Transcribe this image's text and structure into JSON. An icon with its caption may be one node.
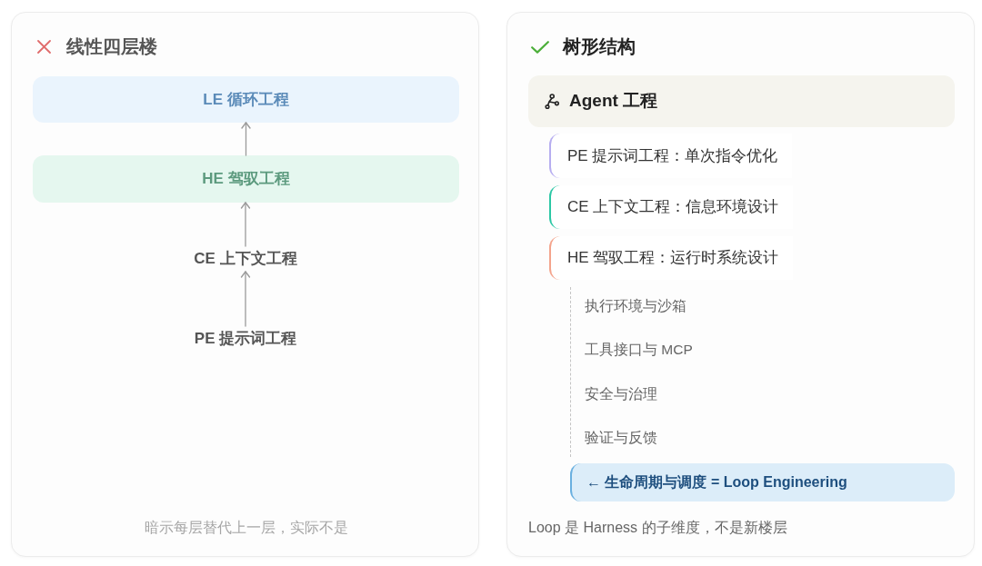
{
  "diagram": {
    "nodes": [
      {
        "text": [
          "线性四层楼",
          "暗示每层替代上一层，实际不是"
        ]
      },
      {
        "text": [
          "LE 循环工程"
        ],
        "in": 0
      },
      {
        "text": [
          "HE 驾驭工程"
        ],
        "in": 0
      },
      {
        "text": [
          "CE 上下文工程"
        ],
        "in": 0
      },
      {
        "text": [
          "PE 提示词工程"
        ],
        "in": 0
      },
      {
        "text": [
          "树形结构",
          "Loop 是 Harness 的子维度，不是新楼层"
        ]
      },
      {
        "text": [
          "Agent 工程"
        ],
        "in": 5
      },
      {
        "text": [
          "PE 提示词工程：单次指令优化"
        ],
        "in": 5
      },
      {
        "text": [
          "CE 上下文工程：信息环境设计"
        ],
        "in": 5
      },
      {
        "text": [
          "HE 驾驭工程：运行时系统设计"
        ],
        "in": 5
      },
      {
        "text": [
          "执行环境与沙箱"
        ],
        "in": 5
      },
      {
        "text": [
          "工具接口与 MCP"
        ],
        "in": 5
      },
      {
        "text": [
          "安全与治理"
        ],
        "in": 5
      },
      {
        "text": [
          "验证与反馈"
        ],
        "in": 5
      },
      {
        "text": [
          "← 生命周期与调度 = Loop Engineering"
        ],
        "in": 5
      }
    ],
    "edges": [
      {
        "from": 2,
        "to": 1,
        "arrow": "to"
      },
      {
        "from": 3,
        "to": 2,
        "arrow": "to"
      },
      {
        "from": 4,
        "to": 3,
        "arrow": "to"
      }
    ]
  }
}
